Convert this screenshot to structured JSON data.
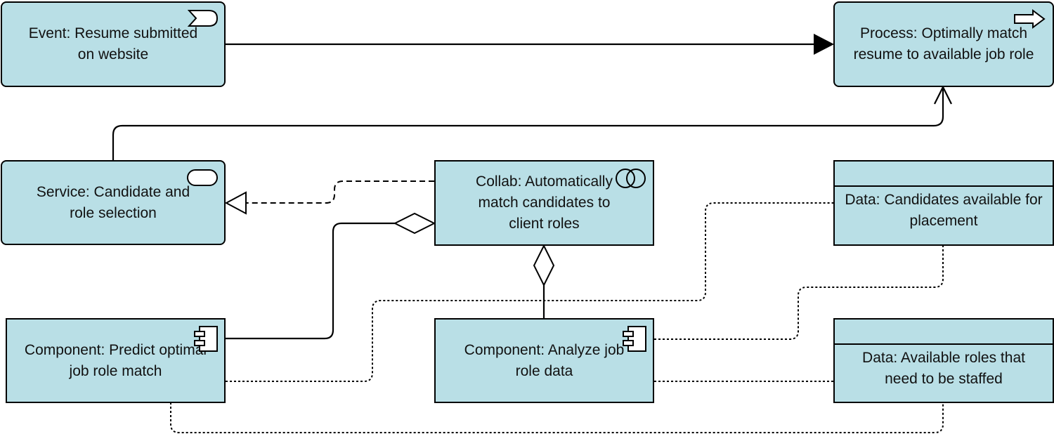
{
  "diagram": {
    "nodes": {
      "event": {
        "label": "Event: Resume submitted on website",
        "icon": "event-icon"
      },
      "process": {
        "label": "Process: Optimally match resume to available job role",
        "icon": "arrow-right-icon"
      },
      "service": {
        "label": "Service: Candidate and role selection",
        "icon": "service-icon"
      },
      "collab": {
        "label": "Collab: Automatically match candidates to client roles",
        "icon": "collaboration-icon"
      },
      "data_candidates": {
        "label": "Data: Candidates available for placement"
      },
      "component_predict": {
        "label": "Component: Predict optimal job role match",
        "icon": "component-icon"
      },
      "component_analyze": {
        "label": "Component: Analyze job role data",
        "icon": "component-icon"
      },
      "data_roles": {
        "label": "Data: Available roles that need to be staffed"
      }
    },
    "colors": {
      "fill": "#b9dfe6",
      "stroke": "#000000"
    }
  }
}
